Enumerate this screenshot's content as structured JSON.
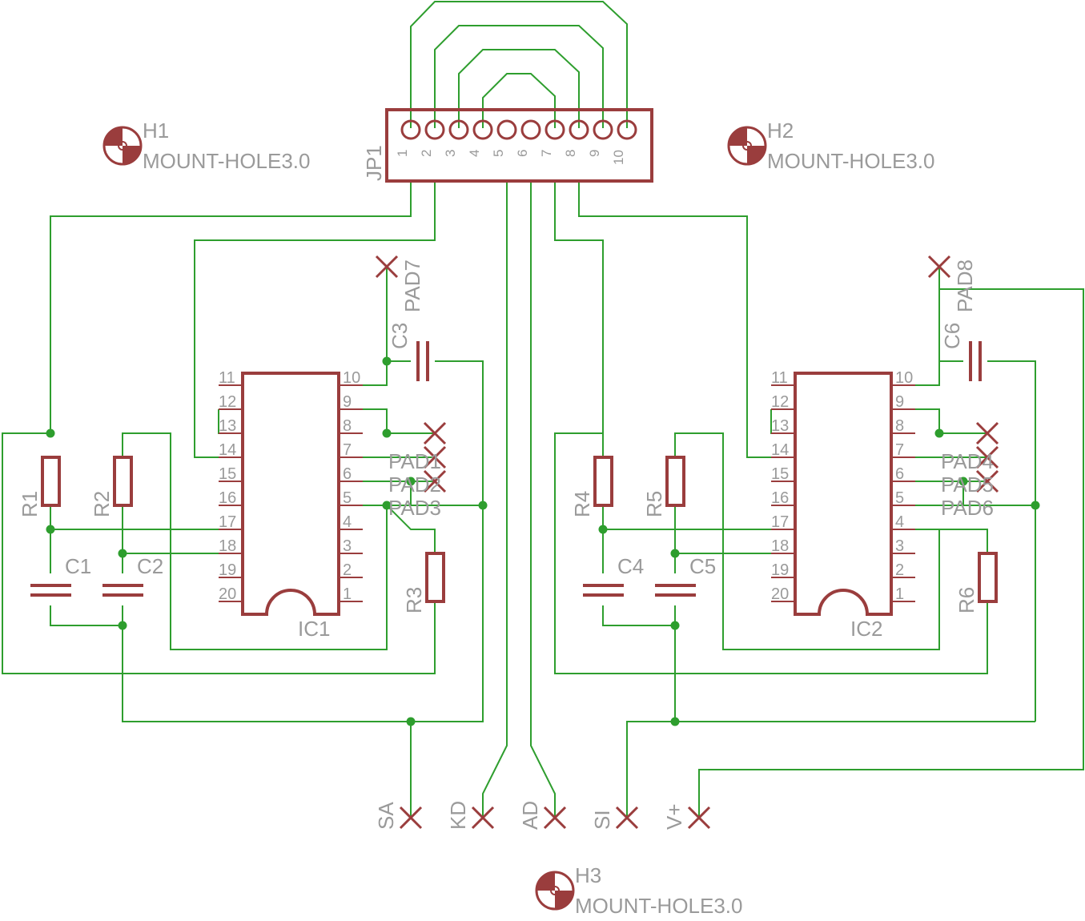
{
  "components": {
    "jp1": {
      "ref": "JP1",
      "pins": [
        "1",
        "2",
        "3",
        "4",
        "5",
        "6",
        "7",
        "8",
        "9",
        "10"
      ]
    },
    "h1": {
      "ref": "H1",
      "value": "MOUNT-HOLE3.0"
    },
    "h2": {
      "ref": "H2",
      "value": "MOUNT-HOLE3.0"
    },
    "h3": {
      "ref": "H3",
      "value": "MOUNT-HOLE3.0"
    },
    "ic1": {
      "ref": "IC1"
    },
    "ic2": {
      "ref": "IC2"
    },
    "ic_pins_left": [
      "11",
      "12",
      "13",
      "14",
      "15",
      "16",
      "17",
      "18",
      "19",
      "20"
    ],
    "ic_pins_right": [
      "10",
      "9",
      "8",
      "7",
      "6",
      "5",
      "4",
      "3",
      "2",
      "1"
    ],
    "resistors": [
      "R1",
      "R2",
      "R3",
      "R4",
      "R5",
      "R6"
    ],
    "capacitors": [
      "C1",
      "C2",
      "C3",
      "C4",
      "C5",
      "C6"
    ],
    "pads": {
      "pad7": "PAD7",
      "pad8": "PAD8",
      "pad1": "PAD1",
      "pad2": "PAD2",
      "pad3": "PAD3",
      "pad4": "PAD4",
      "pad5": "PAD5",
      "pad6": "PAD6"
    },
    "bottom_pads": [
      "SA",
      "KD",
      "AD",
      "SI",
      "V+"
    ]
  },
  "colors": {
    "wire": "#2e9e2e",
    "symbol": "#9a3d3d",
    "text": "#9a9a9a",
    "background": "#ffffff"
  }
}
